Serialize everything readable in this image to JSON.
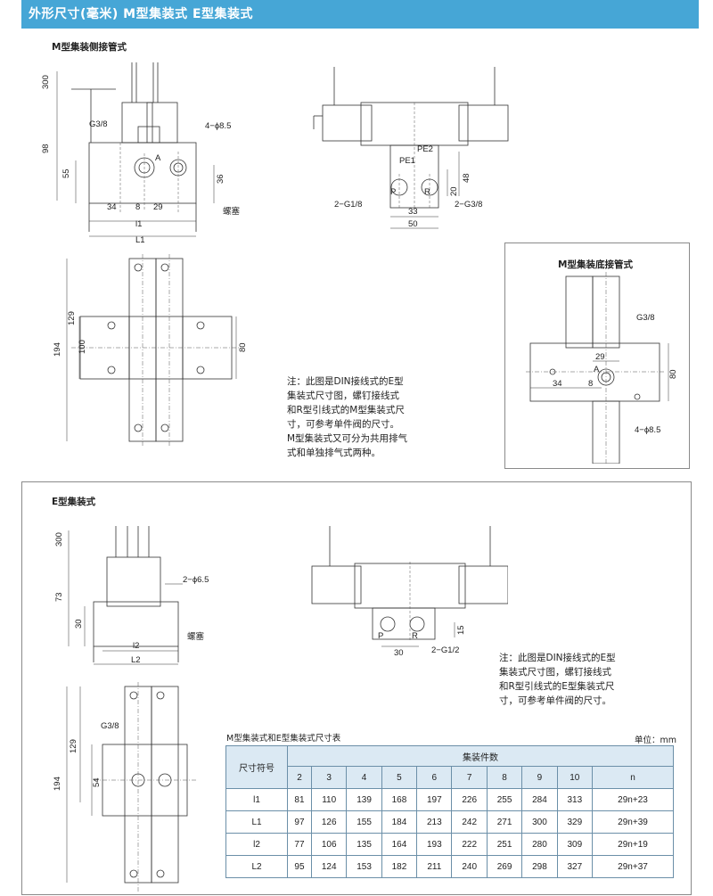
{
  "header": {
    "title": "外形尺寸(毫米)    M型集装式    E型集装式"
  },
  "sections": {
    "m_side": "M型集装侧接管式",
    "m_bottom": "M型集装底接管式",
    "e_type": "E型集装式"
  },
  "labels": {
    "d300": "300",
    "d98": "98",
    "d55": "55",
    "d36": "36",
    "d34": "34",
    "d8": "8",
    "d29": "29",
    "l1": "l1",
    "L1": "L1",
    "g38": "G3/8",
    "A": "A",
    "hole4": "4−ϕ8.5",
    "plug": "螺塞",
    "pe2": "PE2",
    "pe1": "PE1",
    "P": "P",
    "R": "R",
    "g18": "2−G1/8",
    "g38b": "2−G3/8",
    "d33": "33",
    "d50": "50",
    "d20": "20",
    "d48": "48",
    "d194": "194",
    "d129": "129",
    "d100": "100",
    "d80": "80",
    "d73": "73",
    "d30": "30",
    "l2": "l2",
    "L2": "L2",
    "hole65": "2−ϕ6.5",
    "g12": "2−G1/2",
    "d15": "15",
    "d54": "54"
  },
  "note_m": [
    "注：此图是DIN接线式的E型",
    "集装式尺寸图，螺钉接线式",
    "和R型引线式的M型集装式尺",
    "寸，可参考单件阀的尺寸。",
    "M型集装式又可分为共用排气",
    "式和单独排气式两种。"
  ],
  "note_e": [
    "注：此图是DIN接线式的E型",
    "集装式尺寸图，螺钉接线式",
    "和R型引线式的E型集装式尺",
    "寸，可参考单件阀的尺寸。"
  ],
  "table": {
    "caption": "M型集装式和E型集装式尺寸表",
    "unit": "单位：mm",
    "symbol_header": "尺寸符号",
    "group_header": "集装件数",
    "columns": [
      "2",
      "3",
      "4",
      "5",
      "6",
      "7",
      "8",
      "9",
      "10",
      "n"
    ],
    "rows": [
      {
        "name": "l1",
        "values": [
          "81",
          "110",
          "139",
          "168",
          "197",
          "226",
          "255",
          "284",
          "313",
          "29n+23"
        ]
      },
      {
        "name": "L1",
        "values": [
          "97",
          "126",
          "155",
          "184",
          "213",
          "242",
          "271",
          "300",
          "329",
          "29n+39"
        ]
      },
      {
        "name": "l2",
        "values": [
          "77",
          "106",
          "135",
          "164",
          "193",
          "222",
          "251",
          "280",
          "309",
          "29n+19"
        ]
      },
      {
        "name": "L2",
        "values": [
          "95",
          "124",
          "153",
          "182",
          "211",
          "240",
          "269",
          "298",
          "327",
          "29n+37"
        ]
      }
    ]
  }
}
